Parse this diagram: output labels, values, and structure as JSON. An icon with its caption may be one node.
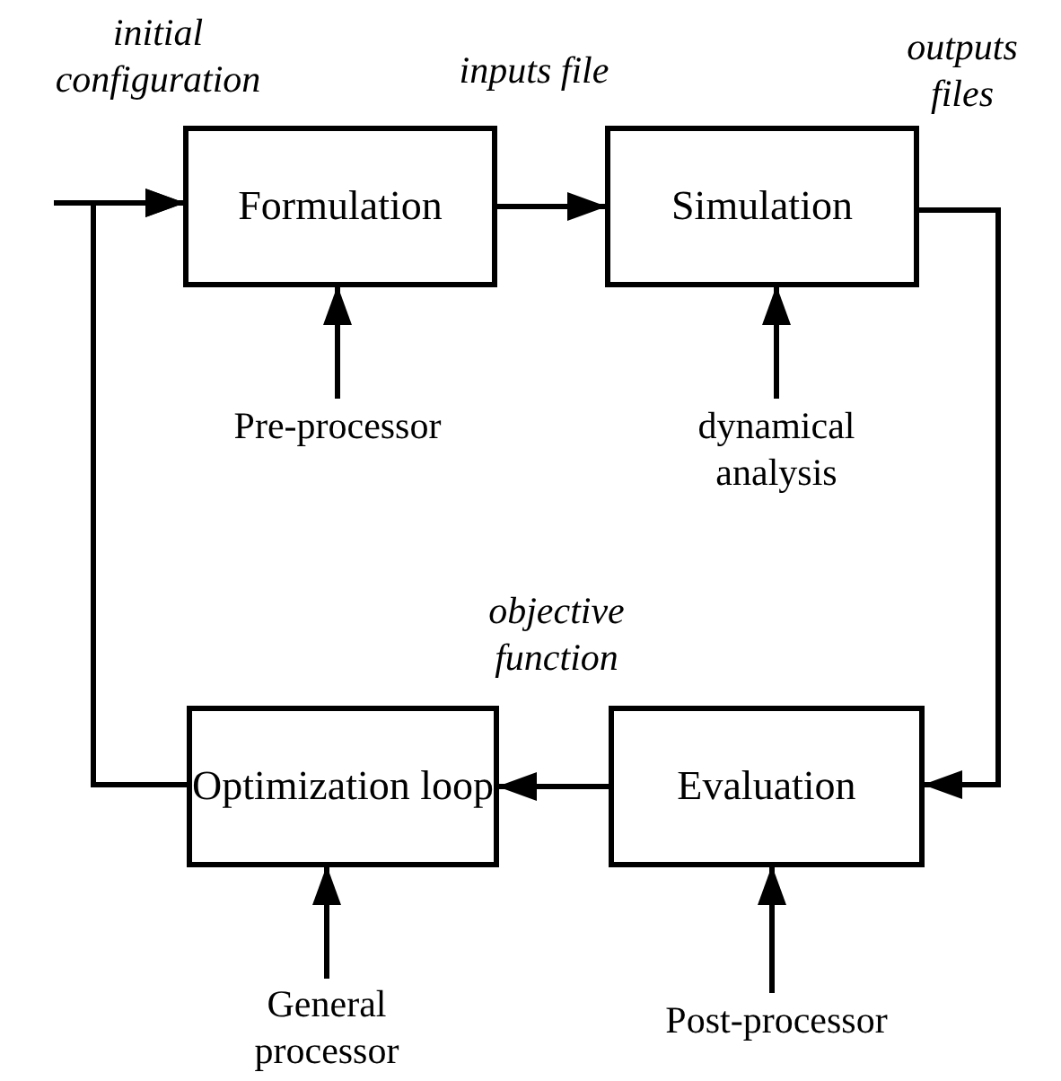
{
  "diagram": {
    "nodes": [
      {
        "text": [
          "Formulation"
        ]
      },
      {
        "text": [
          "Simulation"
        ]
      },
      {
        "text": [
          "Optimization loop"
        ]
      },
      {
        "text": [
          "Evaluation"
        ]
      },
      {
        "text": [
          "Pre-processor"
        ]
      },
      {
        "text": [
          "dynamical analysis"
        ]
      },
      {
        "text": [
          "General processor"
        ]
      },
      {
        "text": [
          "Post-processor"
        ]
      }
    ],
    "edges": [
      {
        "from": null,
        "to": 0,
        "arrow": "to",
        "label": "initial configuration"
      },
      {
        "from": 0,
        "to": 1,
        "arrow": "to",
        "label": "inputs file"
      },
      {
        "from": 1,
        "to": 3,
        "arrow": "to",
        "label": "outputs files"
      },
      {
        "from": 3,
        "to": 2,
        "arrow": "to",
        "label": "objective function"
      },
      {
        "from": 2,
        "to": 0,
        "arrow": "to"
      },
      {
        "from": 4,
        "to": 0,
        "arrow": "to"
      },
      {
        "from": 5,
        "to": 1,
        "arrow": "to"
      },
      {
        "from": 6,
        "to": 2,
        "arrow": "to"
      },
      {
        "from": 7,
        "to": 3,
        "arrow": "to"
      }
    ]
  }
}
